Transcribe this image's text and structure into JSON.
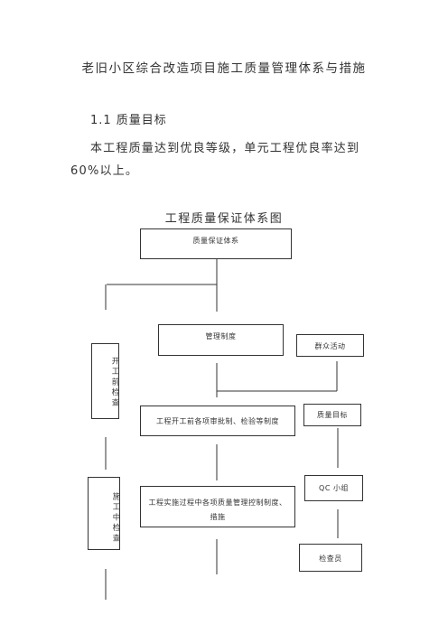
{
  "document": {
    "title": "老旧小区综合改造项目施工质量管理体系与措施",
    "section_heading": "1.1  质量目标",
    "paragraph": "本工程质量达到优良等级，单元工程优良率达到60%以上。"
  },
  "diagram": {
    "title": "工程质量保证体系图",
    "boxes": {
      "quality_system": "质量保证体系",
      "management_system": "管理制度",
      "mass_activities": "群众活动",
      "pre_start_check": "开工前检查",
      "pre_start_approval": "工程开工前各项审批制、检验等制度",
      "quality_target": "质量目标",
      "qc_group": "QC 小组",
      "in_progress_check": "施工中检查",
      "implementation_control": "工程实施过程中各项质量管理控制制度、措施",
      "inspector": "检查员"
    }
  }
}
